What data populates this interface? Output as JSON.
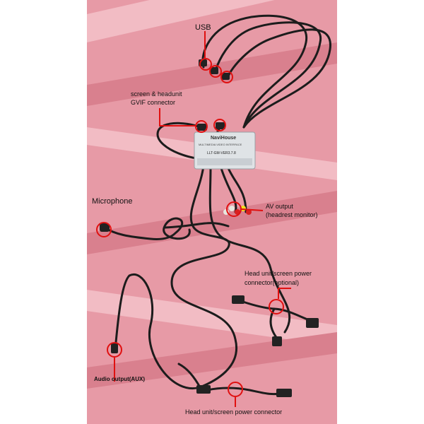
{
  "labels": {
    "usb": "USB",
    "screen_headunit_line1": "screen & headunit",
    "screen_headunit_line2": "GVIF connector",
    "microphone": "Microphone",
    "av_output_line1": "AV output",
    "av_output_line2": "(headrest monitor)",
    "head_unit_optional_line1": "Head unit/screen power",
    "head_unit_optional_line2": "connector(optional)",
    "audio_output": "Audio output(AUX)",
    "head_unit_power": "Head unit/screen power connector"
  },
  "module": {
    "brand": "NaviHouse",
    "subtitle": "MULTIMEDIA VIDEO INTERFACE",
    "model": "LLT-GM-VER3.7.8"
  },
  "colors": {
    "background": "#e79aa6",
    "stripe_light": "#f2bcc4",
    "stripe_dark": "#d9808e",
    "cable": "#1c1c1c",
    "highlight": "#e01010",
    "module": "#dfe3e6"
  },
  "icons": [
    "wiring-harness-image",
    "interface-module-box",
    "highlight-circle"
  ]
}
